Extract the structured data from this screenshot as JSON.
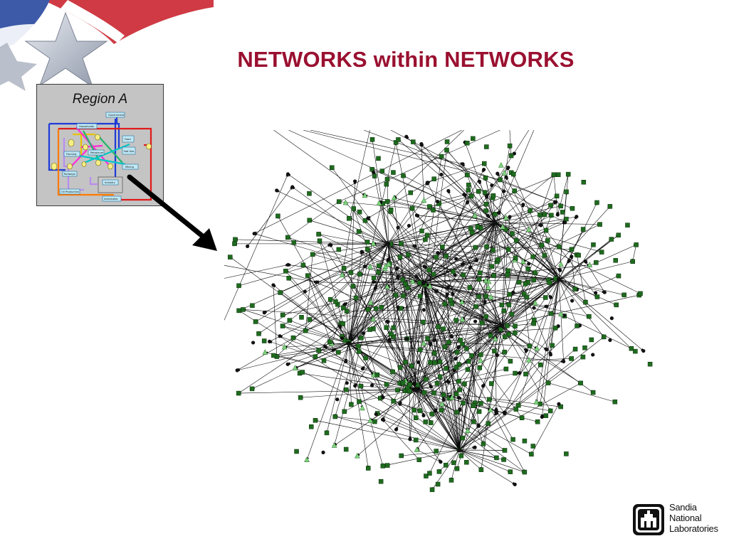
{
  "slide": {
    "title": "NETWORKS within NETWORKS"
  },
  "inset": {
    "label": "Region A",
    "nodes": [
      "Government",
      "Households",
      "Food",
      "Farming",
      "Petroleum",
      "Nat Gas",
      "Railways",
      "Mining",
      "Oil Production",
      "Industry",
      "Interstates"
    ]
  },
  "logo": {
    "lines": [
      "Sandia",
      "National",
      "Laboratories"
    ]
  },
  "colors": {
    "title": "#9a1030",
    "node_square": "#1f6b1f",
    "node_triangle": "#7fd37f",
    "node_circle": "#111111"
  },
  "icons": {
    "corner": "flag-star-icon",
    "arrow": "arrow-icon",
    "logo": "sandia-thunderbird-icon"
  }
}
